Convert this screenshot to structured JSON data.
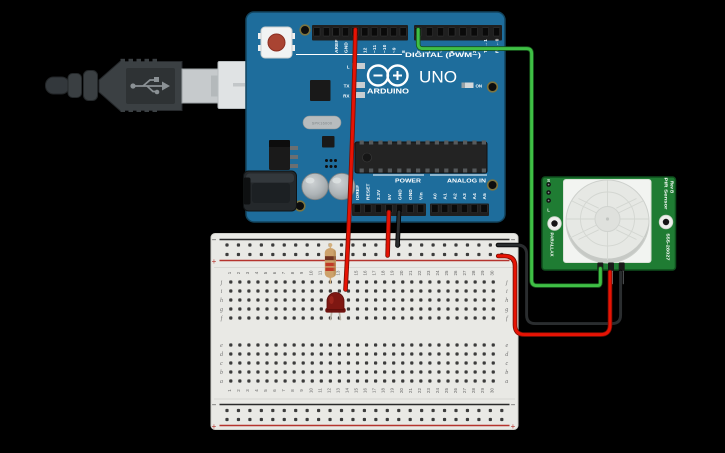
{
  "canvas": {
    "bg": "#000000"
  },
  "colors": {
    "arduino_blue": "#1e6d9c",
    "breadboard": "#e9e9e5",
    "pir_green": "#1f7c33",
    "rail_black": "#2a2a2a",
    "rail_red": "#b5332d"
  },
  "arduino": {
    "brand": "ARDUINO",
    "model": "UNO",
    "digital_label": "DIGITAL (PWM~)",
    "power_label": "POWER",
    "analog_label": "ANALOG IN",
    "on_label": "ON",
    "led_l": "L",
    "led_tx": "TX",
    "led_rx": "RX",
    "crystal_text": "SPK16000",
    "top_left_pin_labels": [
      "AREF",
      "GND",
      "13",
      "12",
      "~11",
      "~10",
      "~9",
      "8"
    ],
    "top_right_pin_labels": [
      "7",
      "~6",
      "~5",
      "4",
      "~3",
      "2",
      "TX→1",
      "RX←0"
    ],
    "power_pin_labels": [
      "IOREF",
      "RESET",
      "3.3V",
      "5V",
      "GND",
      "GND",
      "Vin"
    ],
    "analog_pin_labels": [
      "A0",
      "A1",
      "A2",
      "A3",
      "A4",
      "A5"
    ]
  },
  "breadboard": {
    "minus": "−",
    "plus": "+",
    "column_numbers": [
      "1",
      "2",
      "3",
      "4",
      "5",
      "6",
      "7",
      "8",
      "9",
      "10",
      "11",
      "12",
      "13",
      "14",
      "15",
      "16",
      "17",
      "18",
      "19",
      "20",
      "21",
      "22",
      "23",
      "24",
      "25",
      "26",
      "27",
      "28",
      "29",
      "30"
    ],
    "row_letters_top": [
      "j",
      "i",
      "h",
      "g",
      "f"
    ],
    "row_letters_bottom": [
      "e",
      "d",
      "c",
      "b",
      "a"
    ]
  },
  "pir": {
    "s": "S",
    "l": "L",
    "brand": "PARALLAX",
    "title": "PIR Sensor",
    "rev": "Rev B",
    "part": "555-28027"
  },
  "wires": {
    "pin13": {
      "color": "#e71304"
    },
    "five_v": {
      "color": "#e71304"
    },
    "gnd": {
      "color": "#2a2d2f"
    },
    "pir_signal": {
      "color": "#3fbf45"
    },
    "pir_power": {
      "color": "#e71304"
    },
    "pir_ground": {
      "color": "#2a2d2f"
    }
  }
}
